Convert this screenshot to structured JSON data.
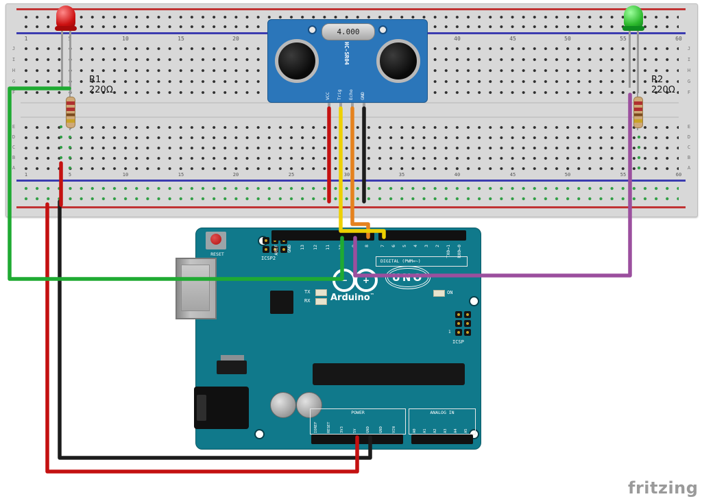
{
  "watermark": "fritzing",
  "labels": {
    "r1_name": "R1",
    "r1_value": "220Ω",
    "r2_name": "R2",
    "r2_value": "220Ω"
  },
  "sensor": {
    "model": "HC-SR04",
    "crystal": "4.000",
    "pins": [
      "VCC",
      "Trig",
      "Echo",
      "GND"
    ]
  },
  "breadboard": {
    "columns": [
      "1",
      "5",
      "10",
      "15",
      "20",
      "25",
      "30",
      "35",
      "40",
      "45",
      "50",
      "55",
      "60"
    ],
    "rows_top": [
      "J",
      "I",
      "H",
      "G",
      "F"
    ],
    "rows_bottom": [
      "E",
      "D",
      "C",
      "B",
      "A"
    ]
  },
  "arduino": {
    "reset": "RESET",
    "icsp2": "ICSP2",
    "icsp": "ICSP",
    "icsp_pin1": "1",
    "digital_caption": "DIGITAL (PWM=~)",
    "digital_pins": [
      "AREF",
      "GND",
      "13",
      "12",
      "11",
      "10",
      "9",
      "8",
      "7",
      "6",
      "5",
      "4",
      "3",
      "2",
      "TX0→1",
      "RX0←0"
    ],
    "logo_minus": "−",
    "logo_plus": "+",
    "brand": "Arduino",
    "trademark": "™",
    "model": "UNO",
    "tx": "TX",
    "rx": "RX",
    "on": "ON",
    "power_caption": "POWER",
    "power_pins": [
      "IOREF",
      "RESET",
      "3V3",
      "5V",
      "GND",
      "GND",
      "VIN"
    ],
    "analog_caption": "ANALOG IN",
    "analog_pins": [
      "A0",
      "A1",
      "A2",
      "A3",
      "A4",
      "A5"
    ]
  },
  "wires": [
    {
      "name": "green-wire-red-led-to-pin10",
      "color": "#1faa32"
    },
    {
      "name": "purple-wire-green-led-to-pin9",
      "color": "#9b4f9e"
    },
    {
      "name": "yellow-wire-echo-to-pin7",
      "color": "#eed000"
    },
    {
      "name": "orange-wire-trig-to-pin8",
      "color": "#e5821e"
    },
    {
      "name": "red-wire-rail-to-5v",
      "color": "#c41111"
    },
    {
      "name": "red-wire-vcc-to-rail",
      "color": "#c41111"
    },
    {
      "name": "red-wire-rail-jumper",
      "color": "#c41111"
    },
    {
      "name": "black-wire-rail-to-gnd",
      "color": "#1c1c1c"
    },
    {
      "name": "black-wire-sensor-gnd-to-rail",
      "color": "#1c1c1c"
    }
  ],
  "colors": {
    "arduino_board": "#10798b",
    "sensor_board": "#2b76ba",
    "breadboard": "#d8d8d8",
    "rail_positive": "#c03333",
    "rail_negative": "#3b3bb0"
  }
}
